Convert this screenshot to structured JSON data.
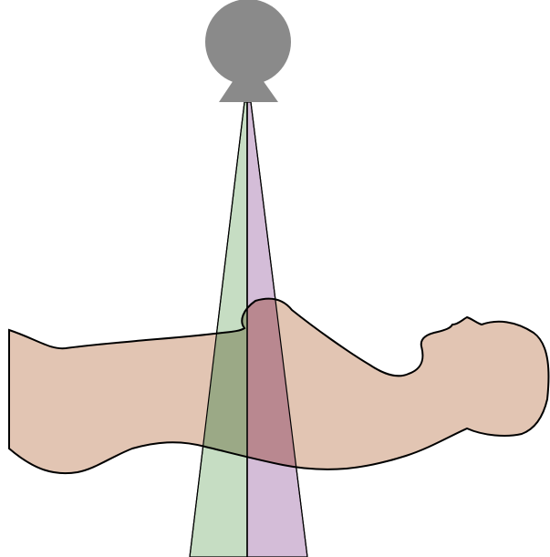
{
  "diagram": {
    "colors": {
      "background": "#ffffff",
      "source": "#8a8a8a",
      "body_fill": "#e2c5b3",
      "body_stroke": "#000000",
      "beam_left_fill": "#bcd7b8",
      "beam_left_opacity": 0.85,
      "beam_right_fill": "#cdb2d1",
      "beam_right_opacity": 0.85,
      "overlap_left": "#8ea37e",
      "overlap_right": "#b27c8a",
      "divider": "#000000"
    },
    "elements": {
      "source": "x-ray-tube",
      "patient": "patient-body-outline",
      "beam_left": "left-beam-half",
      "beam_right": "right-beam-half",
      "beam_divider": "beam-center-line"
    }
  }
}
